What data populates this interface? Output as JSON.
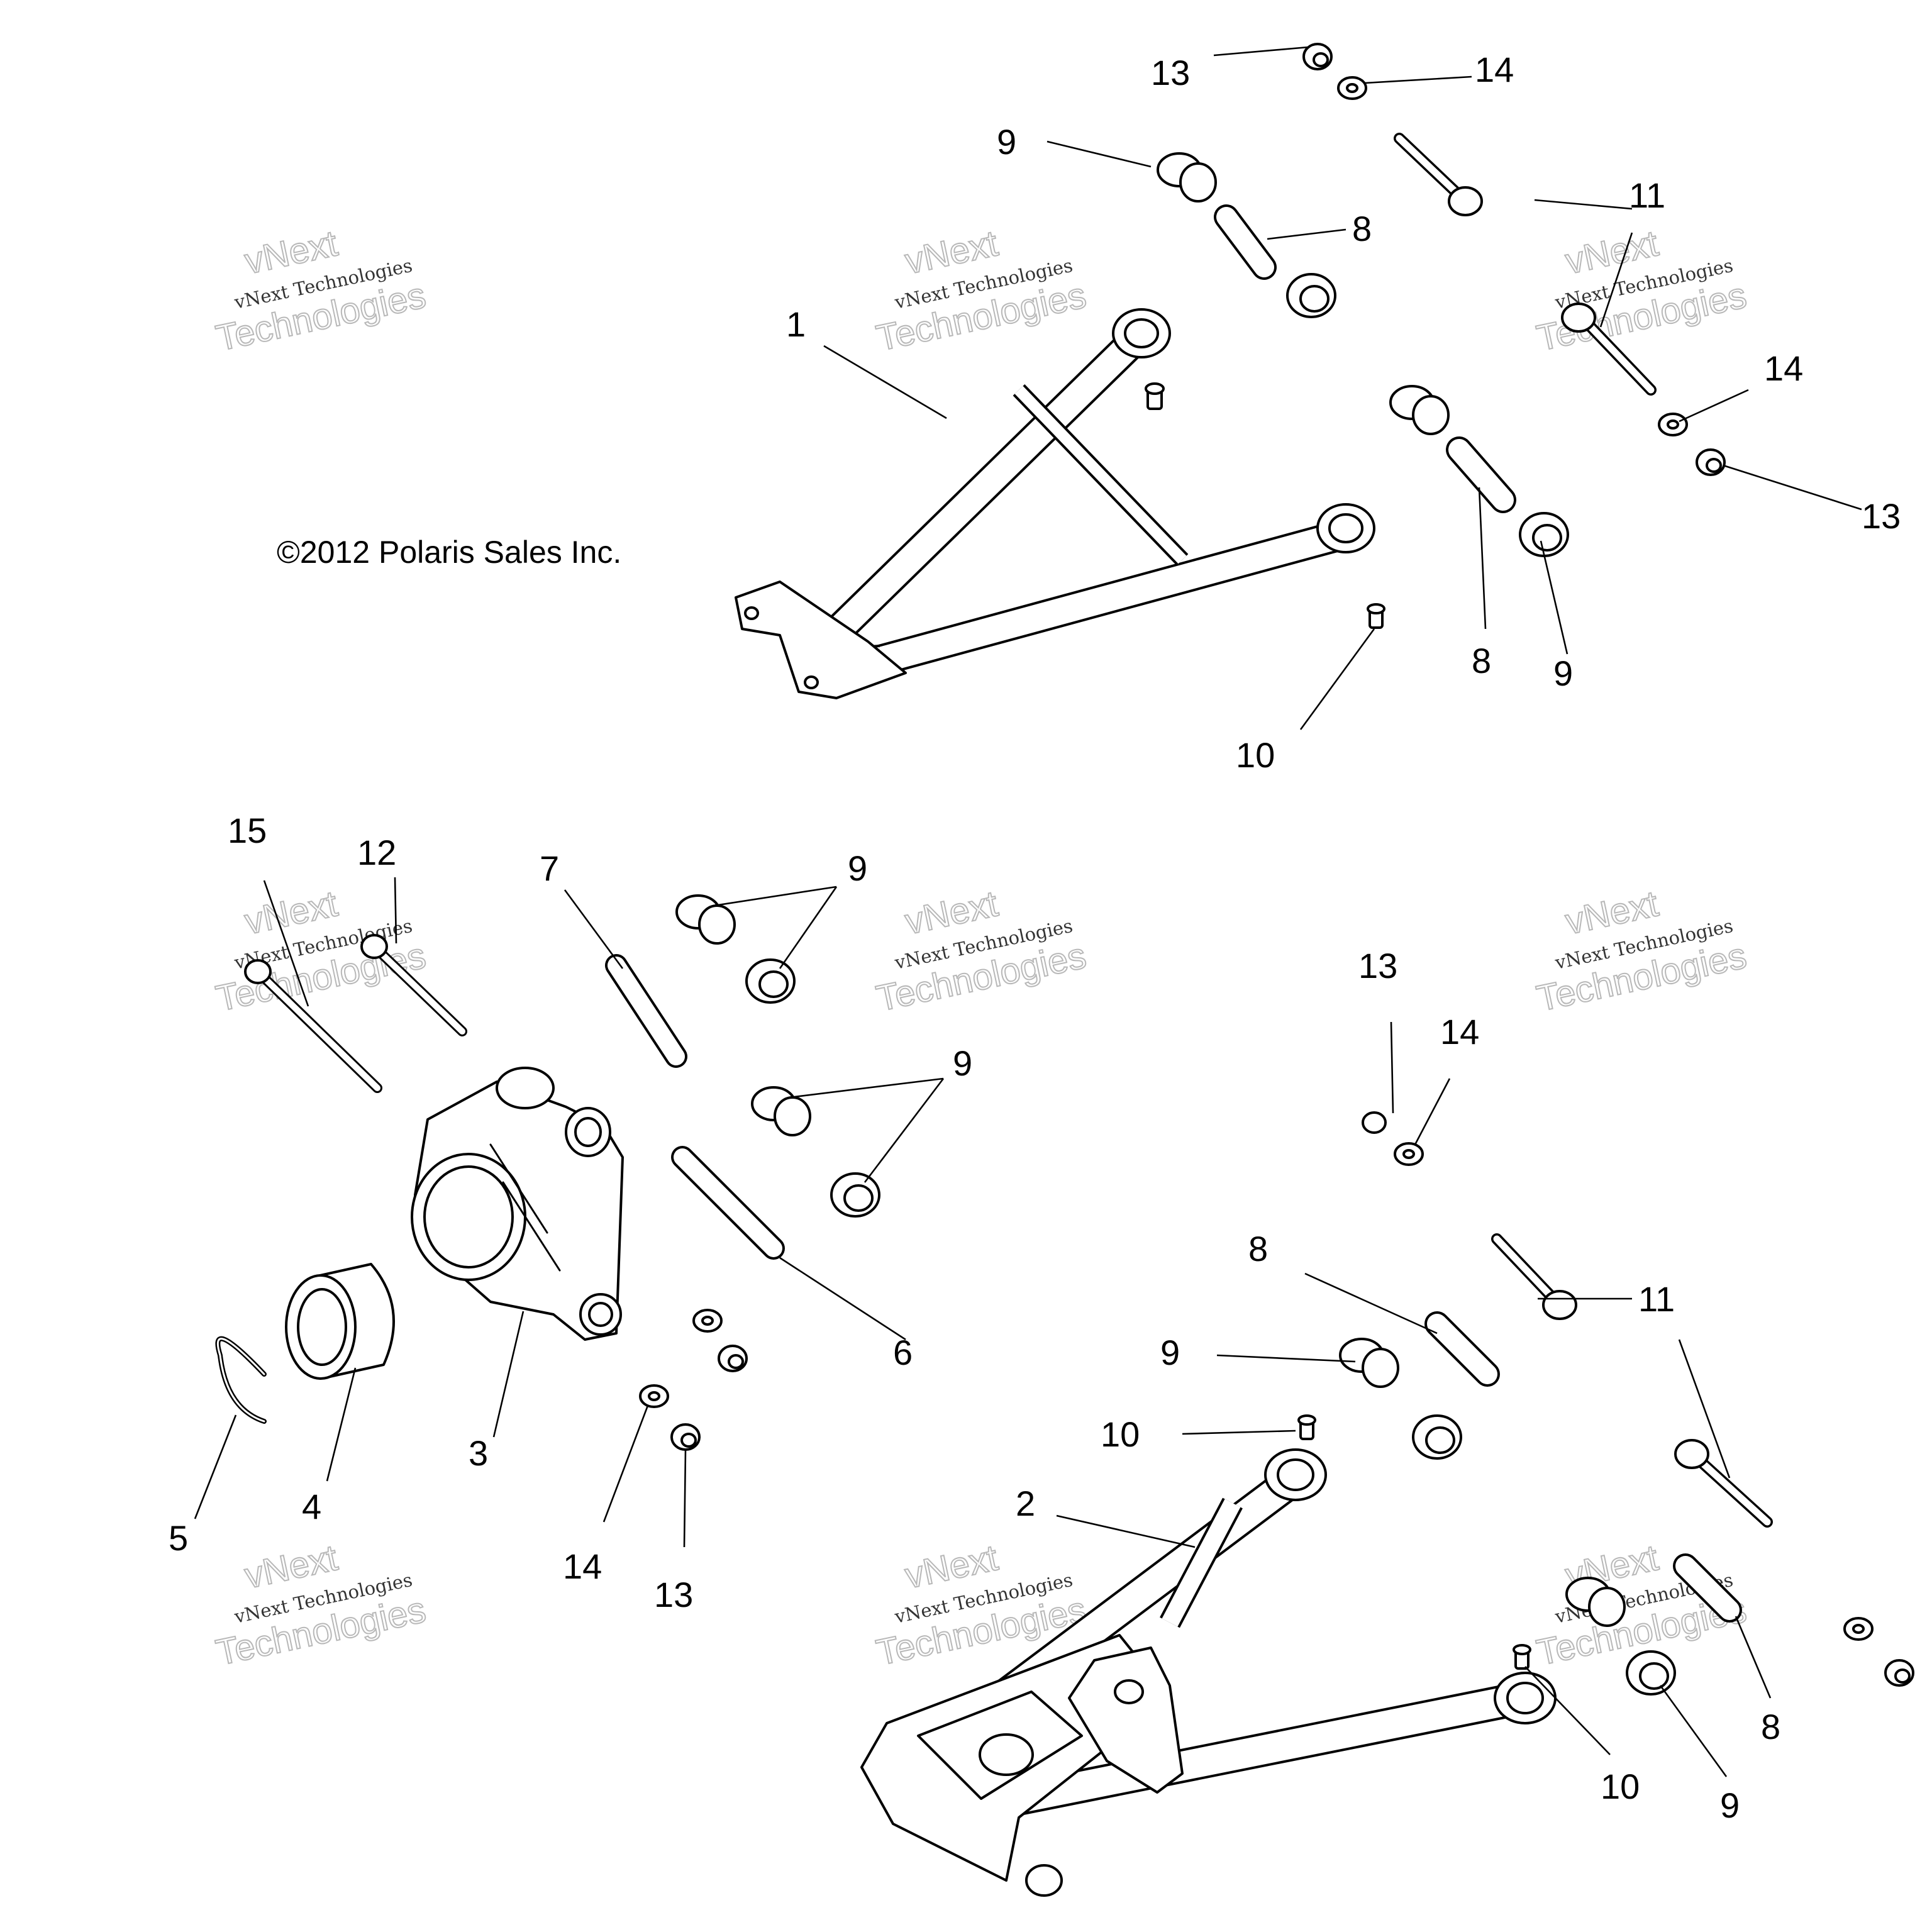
{
  "diagram": {
    "copyright": "©2012 Polaris Sales Inc.",
    "watermark": {
      "line_small": "vNext Technologies",
      "line_top": "vNext",
      "line_bottom": "Technologies"
    },
    "callouts": {
      "c1": "1",
      "c2": "2",
      "c3": "3",
      "c4": "4",
      "c5": "5",
      "c6": "6",
      "c7": "7",
      "c8": "8",
      "c9": "9",
      "c10": "10",
      "c11": "11",
      "c12": "12",
      "c13": "13",
      "c14": "14",
      "c15": "15"
    }
  }
}
